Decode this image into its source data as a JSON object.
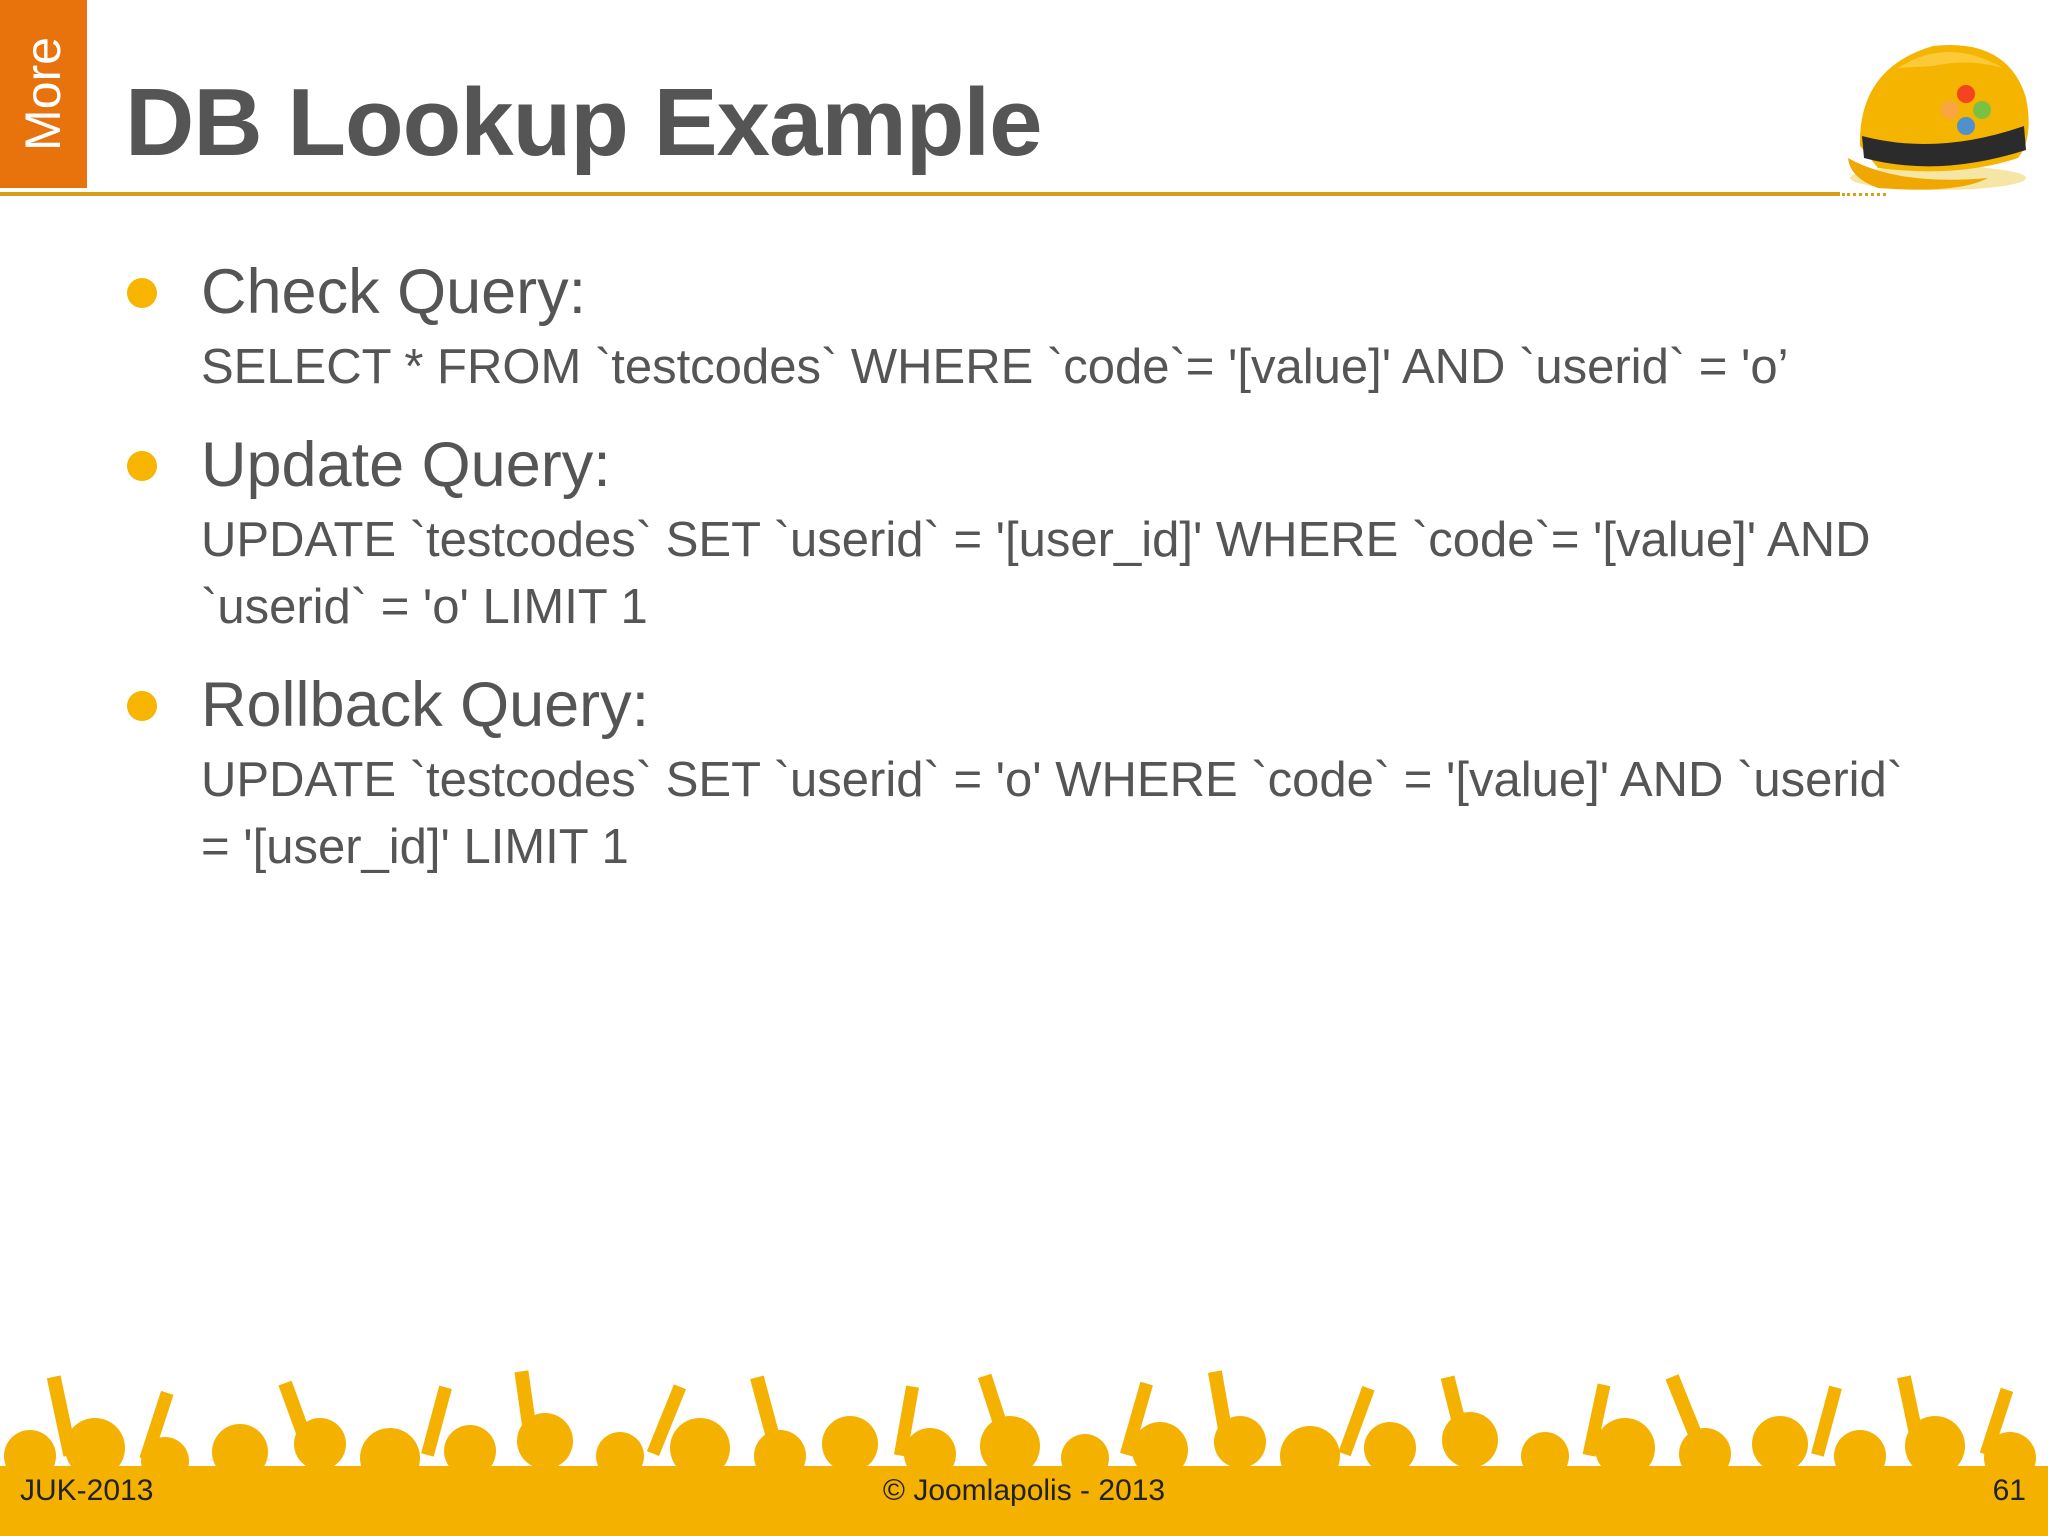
{
  "section_tab": "More",
  "title": "DB Lookup Example",
  "items": [
    {
      "heading": "Check Query:",
      "query": "SELECT * FROM `testcodes` WHERE `code`= '[value]' AND `userid` = 'o’"
    },
    {
      "heading": "Update Query:",
      "query": "UPDATE `testcodes` SET `userid` = '[user_id]' WHERE `code`= '[value]' AND `userid` = 'o' LIMIT 1"
    },
    {
      "heading": "Rollback Query:",
      "query": "UPDATE `testcodes` SET `userid` = 'o' WHERE `code` = '[value]' AND `userid` = '[user_id]' LIMIT 1"
    }
  ],
  "footer": {
    "left": "JUK-2013",
    "center": "© Joomlapolis - 2013",
    "right": "61"
  },
  "colors": {
    "accent_orange": "#e8720c",
    "bullet_yellow": "#f7b500",
    "rule_gold": "#d4a017",
    "text_gray": "#555555"
  },
  "icons": [
    "hard-hat-logo",
    "crowd-silhouette"
  ]
}
